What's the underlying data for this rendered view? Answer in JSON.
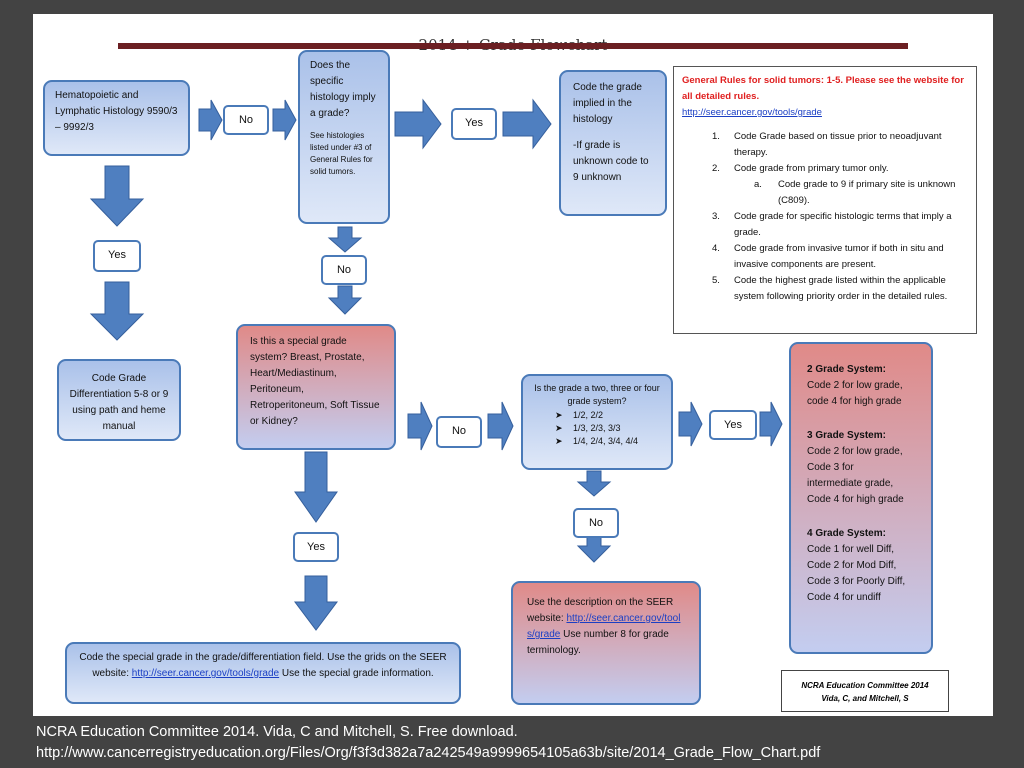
{
  "title": "2014 + Grade Flowchart",
  "nodes": {
    "heme": "Hematopoietic and Lymphatic Histology 9590/3 – 9992/3",
    "histology_q": "Does the specific histology imply a grade?",
    "histology_note": "See histologies listed under #3 of General Rules for solid tumors.",
    "code_implied_1": "Code the grade implied in the histology",
    "code_implied_2": "-If grade is unknown code to 9 unknown",
    "code_grade_diff": "Code Grade Differentiation 5-8 or 9 using path and heme manual",
    "special_q": "Is this a special grade system? Breast, Prostate, Heart/Mediastinum, Peritoneum, Retroperitoneum, Soft Tissue or Kidney?",
    "two_three_four_q": "Is the grade a two, three or four grade system?",
    "system_options": [
      "1/2, 2/2",
      "1/3, 2/3, 3/3",
      "1/4, 2/4, 3/4, 4/4"
    ],
    "code_special_1": "Code the special grade in the grade/differentiation field. Use the grids on the SEER website:",
    "code_special_link": "http://seer.cancer.gov/tools/grade",
    "code_special_2": "Use the special grade information.",
    "use_desc_1": "Use the description on the SEER website:",
    "use_desc_link": "http://seer.cancer.gov/tools/grade",
    "use_desc_2": "Use number 8 for grade terminology."
  },
  "grade_systems": [
    {
      "heading": "2 Grade System:",
      "lines": [
        "Code 2 for low grade,",
        "code 4 for high grade"
      ]
    },
    {
      "heading": "3 Grade System:",
      "lines": [
        "Code 2 for low grade,",
        "Code 3 for",
        "intermediate grade,",
        "Code 4 for high grade"
      ]
    },
    {
      "heading": "4 Grade System:",
      "lines": [
        "Code 1 for well Diff,",
        "Code 2 for Mod Diff,",
        "Code 3 for Poorly Diff,",
        "Code 4 for undiff"
      ]
    }
  ],
  "labels": {
    "yes": "Yes",
    "no": "No"
  },
  "rules": {
    "heading": "General Rules for solid tumors: 1-5. Please see the website for all detailed rules.",
    "link": "http://seer.cancer.gov/tools/grade",
    "items": [
      {
        "num": "1.",
        "text": "Code Grade based on tissue prior to neoadjuvant therapy."
      },
      {
        "num": "2.",
        "text": "Code grade from primary tumor only."
      },
      {
        "num": "a.",
        "text": "Code grade to 9 if primary site is unknown (C809).",
        "sub": true
      },
      {
        "num": "3.",
        "text": "Code grade for specific histologic terms that imply a grade."
      },
      {
        "num": "4.",
        "text": "Code grade from invasive tumor if both in situ and invasive components are present."
      },
      {
        "num": "5.",
        "text": "Code the highest grade listed within the applicable system following priority order in the detailed rules."
      }
    ]
  },
  "credit": {
    "line1": "NCRA Education Committee 2014",
    "line2": "Vida, C, and Mitchell, S"
  },
  "caption": {
    "line1": "NCRA Education Committee 2014. Vida, C and Mitchell, S. Free download.",
    "line2": "http://www.cancerregistryeducation.org/Files/Org/f3f3d382a7a242549a9999654105a63b/site/2014_Grade_Flow_Chart.pdf"
  },
  "colors": {
    "accent": "#4a7ab8",
    "arrow": "#4f7fc0",
    "title_bar": "#6b1f22",
    "rules_heading": "#e02020",
    "link": "#1b3fc4"
  }
}
